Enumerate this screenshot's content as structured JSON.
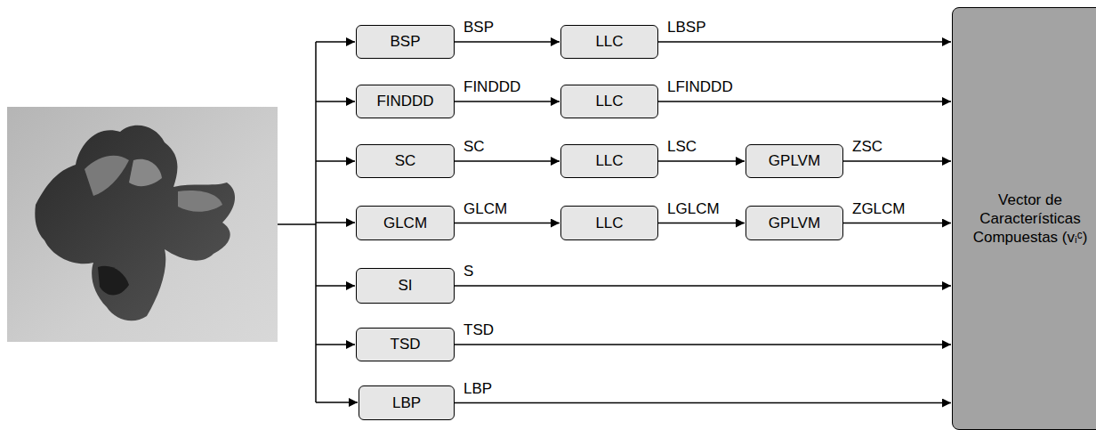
{
  "diagram": {
    "nodes": [
      {
        "text": [
          "BSP"
        ]
      },
      {
        "text": [
          "LLC"
        ]
      },
      {
        "text": [
          "FINDDD"
        ]
      },
      {
        "text": [
          "LLC"
        ]
      },
      {
        "text": [
          "SC"
        ]
      },
      {
        "text": [
          "LLC"
        ]
      },
      {
        "text": [
          "GPLVM"
        ]
      },
      {
        "text": [
          "GLCM"
        ]
      },
      {
        "text": [
          "LLC"
        ]
      },
      {
        "text": [
          "GPLVM"
        ]
      },
      {
        "text": [
          "SI"
        ]
      },
      {
        "text": [
          "TSD"
        ]
      },
      {
        "text": [
          "LBP"
        ]
      },
      {
        "text": [
          "Vector de Características Compuestas (vᵢᶜ)"
        ]
      }
    ],
    "edges": [
      {
        "from": 0,
        "to": 1,
        "label": "BSP",
        "arrow": "to"
      },
      {
        "from": 1,
        "to": 13,
        "label": "LBSP",
        "arrow": "to"
      },
      {
        "from": 2,
        "to": 3,
        "label": "FINDDD",
        "arrow": "to"
      },
      {
        "from": 3,
        "to": 13,
        "label": "LFINDDD",
        "arrow": "to"
      },
      {
        "from": 4,
        "to": 5,
        "label": "SC",
        "arrow": "to"
      },
      {
        "from": 5,
        "to": 6,
        "label": "LSC",
        "arrow": "to"
      },
      {
        "from": 6,
        "to": 13,
        "label": "ZSC",
        "arrow": "to"
      },
      {
        "from": 7,
        "to": 8,
        "label": "GLCM",
        "arrow": "to"
      },
      {
        "from": 8,
        "to": 9,
        "label": "LGLCM",
        "arrow": "to"
      },
      {
        "from": 9,
        "to": 13,
        "label": "ZGLCM",
        "arrow": "to"
      },
      {
        "from": 10,
        "to": 13,
        "label": "S",
        "arrow": "to"
      },
      {
        "from": 11,
        "to": 13,
        "label": "TSD",
        "arrow": "to"
      },
      {
        "from": 12,
        "to": 13,
        "label": "LBP",
        "arrow": "to"
      }
    ]
  }
}
